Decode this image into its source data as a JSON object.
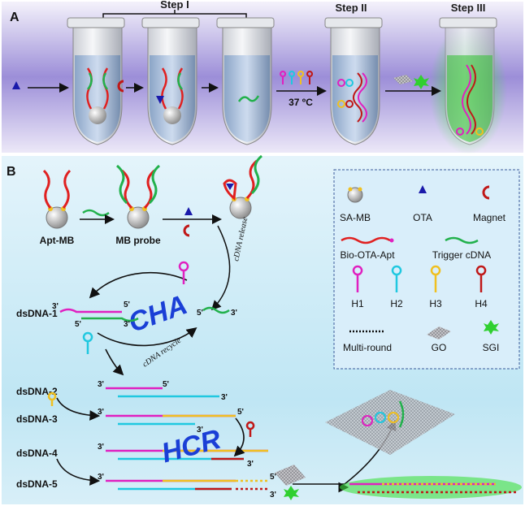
{
  "panels": {
    "a": "A",
    "b": "B"
  },
  "steps": {
    "one": "Step I",
    "two": "Step II",
    "three": "Step III"
  },
  "temperature": "37 ºC",
  "labels": {
    "apt_mb": "Apt-MB",
    "mb_probe": "MB probe",
    "cdna_release": "cDNA release",
    "cdna_recycle": "cDNA recycle",
    "dsdna1": "dsDNA-1",
    "dsdna2": "dsDNA-2",
    "dsdna3": "dsDNA-3",
    "dsdna4": "dsDNA-4",
    "dsdna5": "dsDNA-5",
    "cha": "CHA",
    "hcr": "HCR"
  },
  "legend": {
    "sa_mb": "SA-MB",
    "ota": "OTA",
    "magnet": "Magnet",
    "bio_ota_apt": "Bio-OTA-Apt",
    "trigger": "Trigger cDNA",
    "h1": "H1",
    "h2": "H2",
    "h3": "H3",
    "h4": "H4",
    "multi": "Multi-round",
    "go": "GO",
    "sgi": "SGI"
  },
  "colors": {
    "aptamer": "#e02020",
    "trigger": "#22b14c",
    "h1": "#e020c0",
    "h2": "#20c8e0",
    "h3": "#f0c020",
    "h4": "#c01818",
    "ota": "#1a1aaa",
    "text_big": "#1a3fd6"
  }
}
